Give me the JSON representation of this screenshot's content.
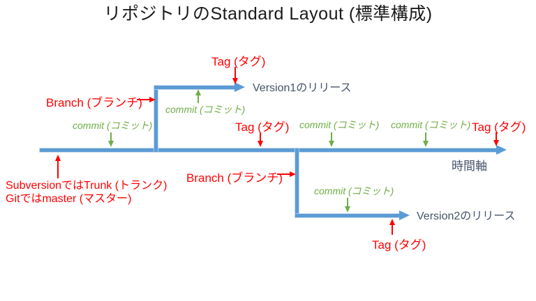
{
  "title": "リポジトリのStandard Layout (標準構成)",
  "legend": {
    "tag": "Tag (タグ)",
    "branch": "Branch (ブランチ)",
    "commit": "commit (コミット)"
  },
  "timeline": {
    "axis_label": "時間軸",
    "trunk_name_line1": "SubversionではTrunk (トランク)",
    "trunk_name_line2": "Gitではmaster (マスター)"
  },
  "branches": {
    "version1_release": "Version1のリリース",
    "version2_release": "Version2のリリース"
  },
  "colors": {
    "line_blue": "#5B9BD5",
    "tag_red": "#FF0000",
    "commit_green": "#70AD47",
    "dark_text": "#44546A"
  }
}
